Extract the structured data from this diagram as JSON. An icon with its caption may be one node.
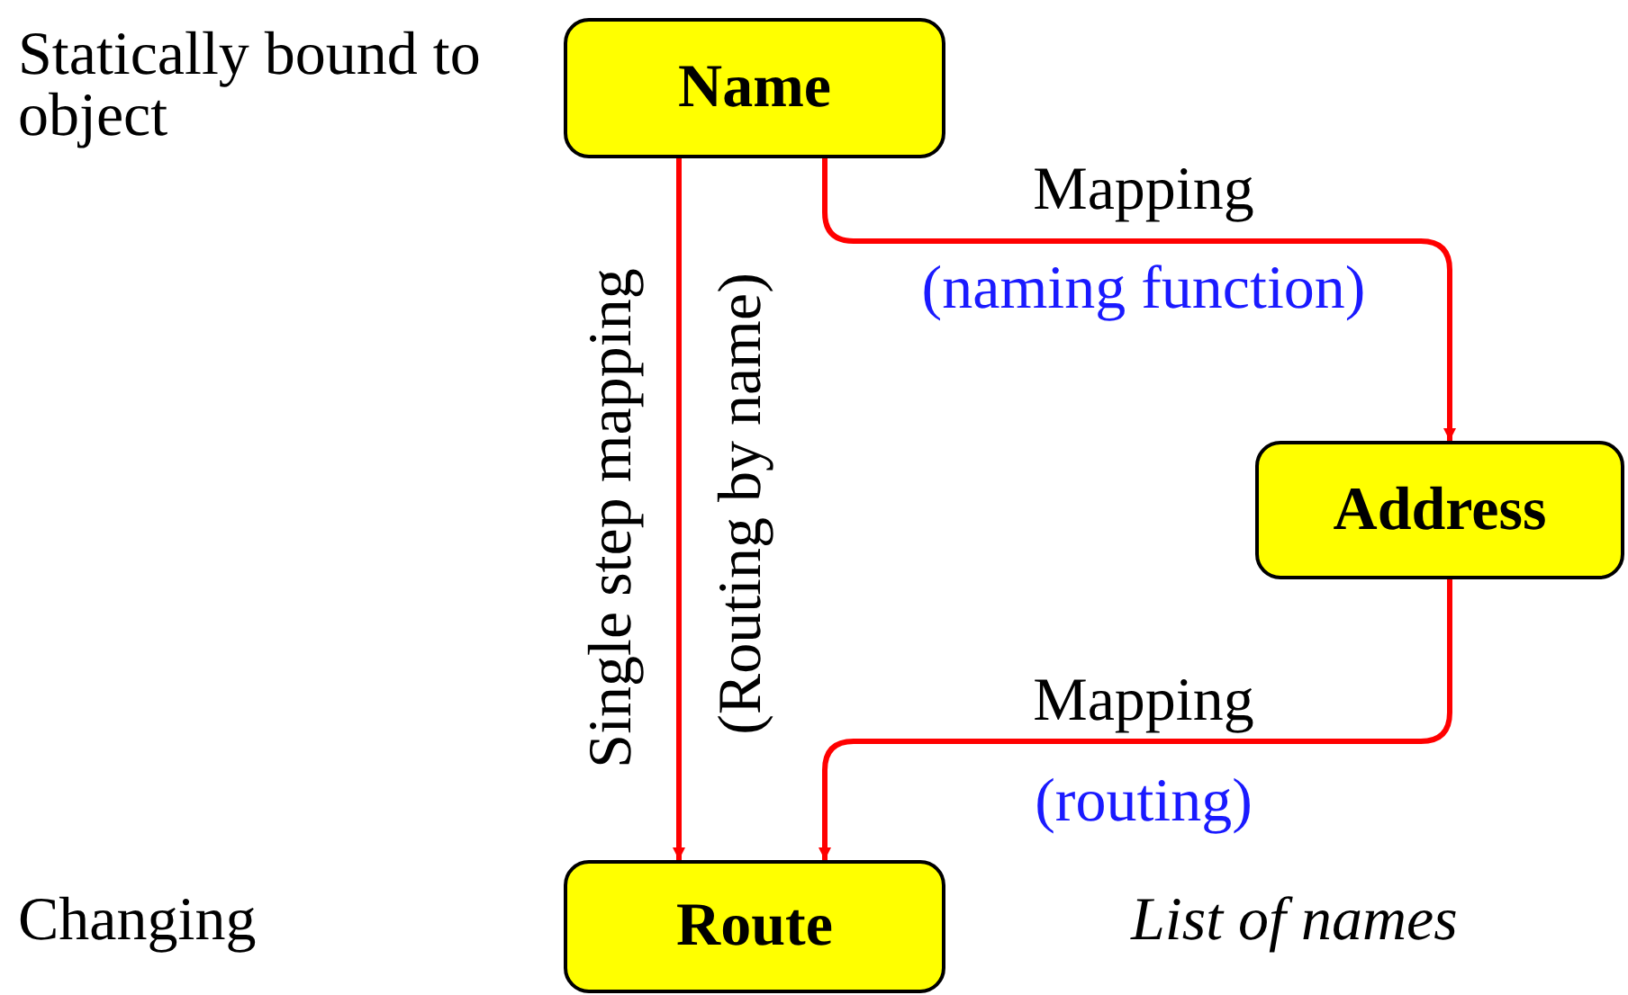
{
  "diagram": {
    "nodes": [
      {
        "text": [
          "Name"
        ]
      },
      {
        "text": [
          "Address"
        ]
      },
      {
        "text": [
          "Route"
        ]
      }
    ],
    "edges": [
      {
        "from": 0,
        "to": 2,
        "arrow": "to",
        "label": "Single step mapping",
        "color": "#ff0000"
      },
      {
        "from": 0,
        "to": 1,
        "arrow": "to",
        "label": "Mapping",
        "color": "#ff0000"
      },
      {
        "from": 1,
        "to": 2,
        "arrow": "to",
        "label": "Mapping",
        "color": "#ff0000"
      }
    ],
    "labels": [
      "Statically bound to object",
      "(Routing by name)",
      "(naming function)",
      "(routing)",
      "Changing",
      "List of names"
    ]
  }
}
